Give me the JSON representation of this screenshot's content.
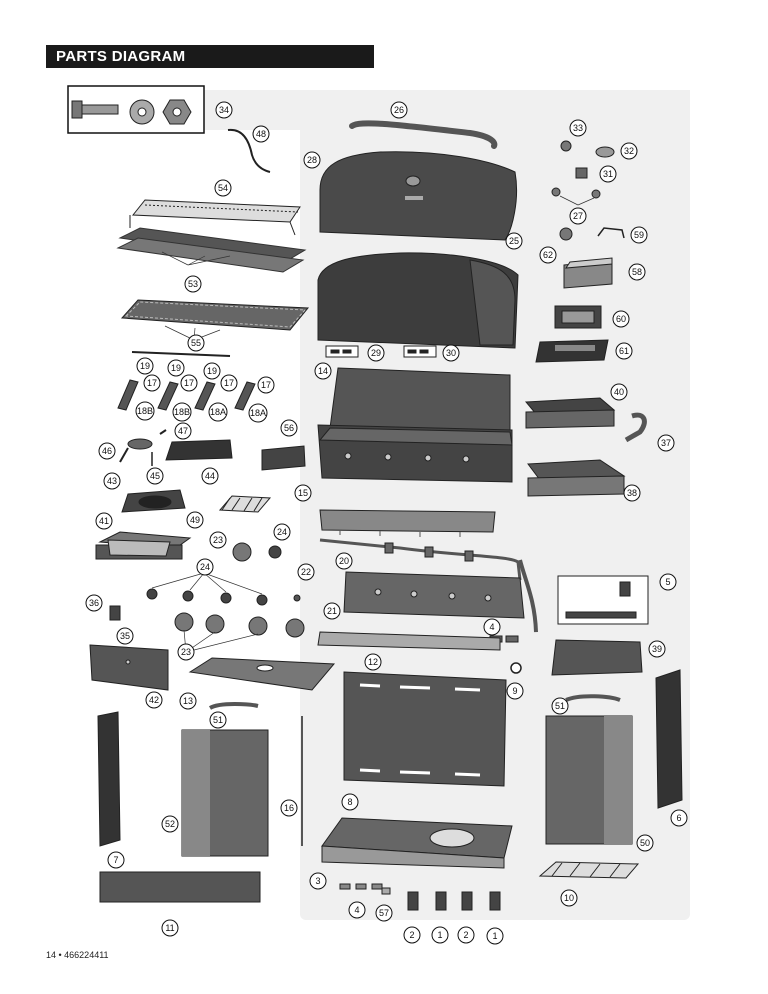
{
  "header": {
    "title": "PARTS DIAGRAM",
    "bg_color": "#1a1a1a"
  },
  "footer": {
    "text": "14 • 466224411"
  },
  "callouts": [
    "34",
    "48",
    "26",
    "33",
    "32",
    "31",
    "28",
    "54",
    "27",
    "59",
    "62",
    "25",
    "58",
    "53",
    "60",
    "61",
    "55",
    "29",
    "30",
    "19",
    "19",
    "19",
    "14",
    "17",
    "17",
    "17",
    "17",
    "40",
    "18B",
    "18B",
    "18A",
    "18A",
    "37",
    "47",
    "56",
    "46",
    "45",
    "44",
    "38",
    "43",
    "15",
    "49",
    "41",
    "23",
    "24",
    "20",
    "24",
    "22",
    "5",
    "36",
    "21",
    "35",
    "4",
    "23",
    "39",
    "12",
    "9",
    "42",
    "13",
    "51",
    "51",
    "6",
    "16",
    "52",
    "8",
    "50",
    "7",
    "3",
    "10",
    "4",
    "57",
    "11",
    "2",
    "1",
    "2",
    "1"
  ]
}
